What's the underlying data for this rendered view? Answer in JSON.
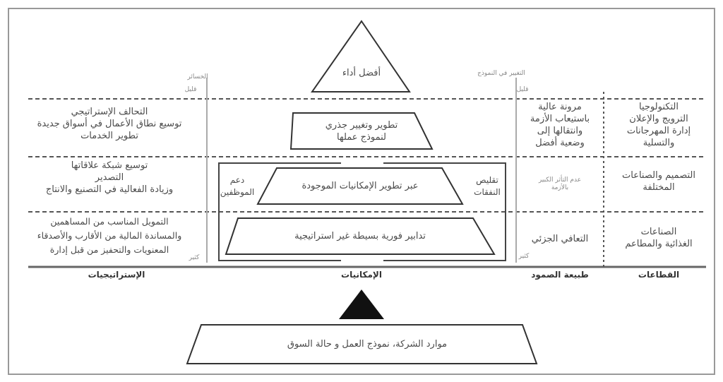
{
  "top": "أفضل أداء",
  "axis_left": {
    "top_label": "الخسائر",
    "top_sub": "قليل",
    "bottom": "كثير"
  },
  "axis_right": {
    "top_label": "التغيير في النموذج",
    "top_sub": "قليل",
    "bottom": "كثير"
  },
  "strategies": [
    "التحالف الإستراتيجي\nتوسيع نطاق الأعمال في أسواق جديدة\nتطوير الخدمات",
    "توسيع شبكة علاقاتها\nالتصدير\nوزيادة الفعالية في التصنيع والانتاج",
    "التمويل المناسب من المساهمين\nوالمساندة المالية من الأقارب والأصدقاء\nالمعنويات والتحفيز من قبل إدارة"
  ],
  "capabilities": [
    "تطوير وتغيير جذري\nلنموذج عملها",
    "عبر تطوير الإمكانيات الموجودة",
    "تدابير فورية بسيطة غير استراتيجية"
  ],
  "side_left": "دعم\nالموظفين",
  "side_right": "تقليص\nالنفقات",
  "resilience": [
    "مرونة عالية\nباستيعاب الأزمة\nوانتقالها إلى\nوضعية أفضل",
    "عدم التأثر الكبير\nبالأزمة",
    "التعافي الجزئي"
  ],
  "sectors": [
    "التكنولوجيا\nالترويج والإعلان\nإدارة المهرجانات\nوالتسلية",
    "التصميم والصناعات\nالمختلفة",
    "الصناعات\nالغذائية والمطاعم"
  ],
  "headers": {
    "strategies": "الإستراتيجيات",
    "capabilities": "الإمكانيات",
    "resilience": "طبيعة الصمود",
    "sectors": "القطاعات"
  },
  "base": "موارد الشركة، نموذج العمل و حالة السوق"
}
